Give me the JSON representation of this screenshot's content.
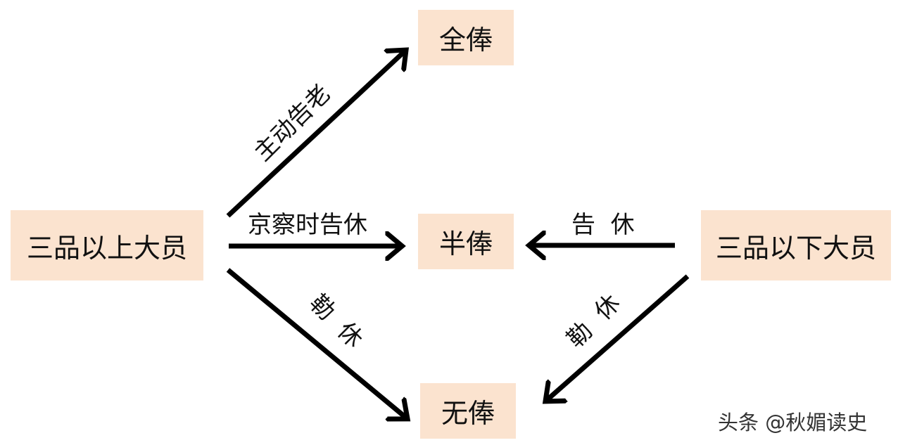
{
  "nodes": {
    "senior_officials": "三品以上大员",
    "junior_officials": "三品以下大员",
    "full_salary": "全俸",
    "half_salary": "半俸",
    "no_salary": "无俸"
  },
  "edges": {
    "voluntary_retire": "主动告老",
    "jingcha_retire": "京察时告休",
    "forced_retire_senior": "勒  休",
    "request_retire": "告  休",
    "forced_retire_junior": "勒  休"
  },
  "watermark": "头条 @秋媚读史",
  "colors": {
    "node_fill": "#fbe3cf",
    "arrow": "#000000"
  }
}
